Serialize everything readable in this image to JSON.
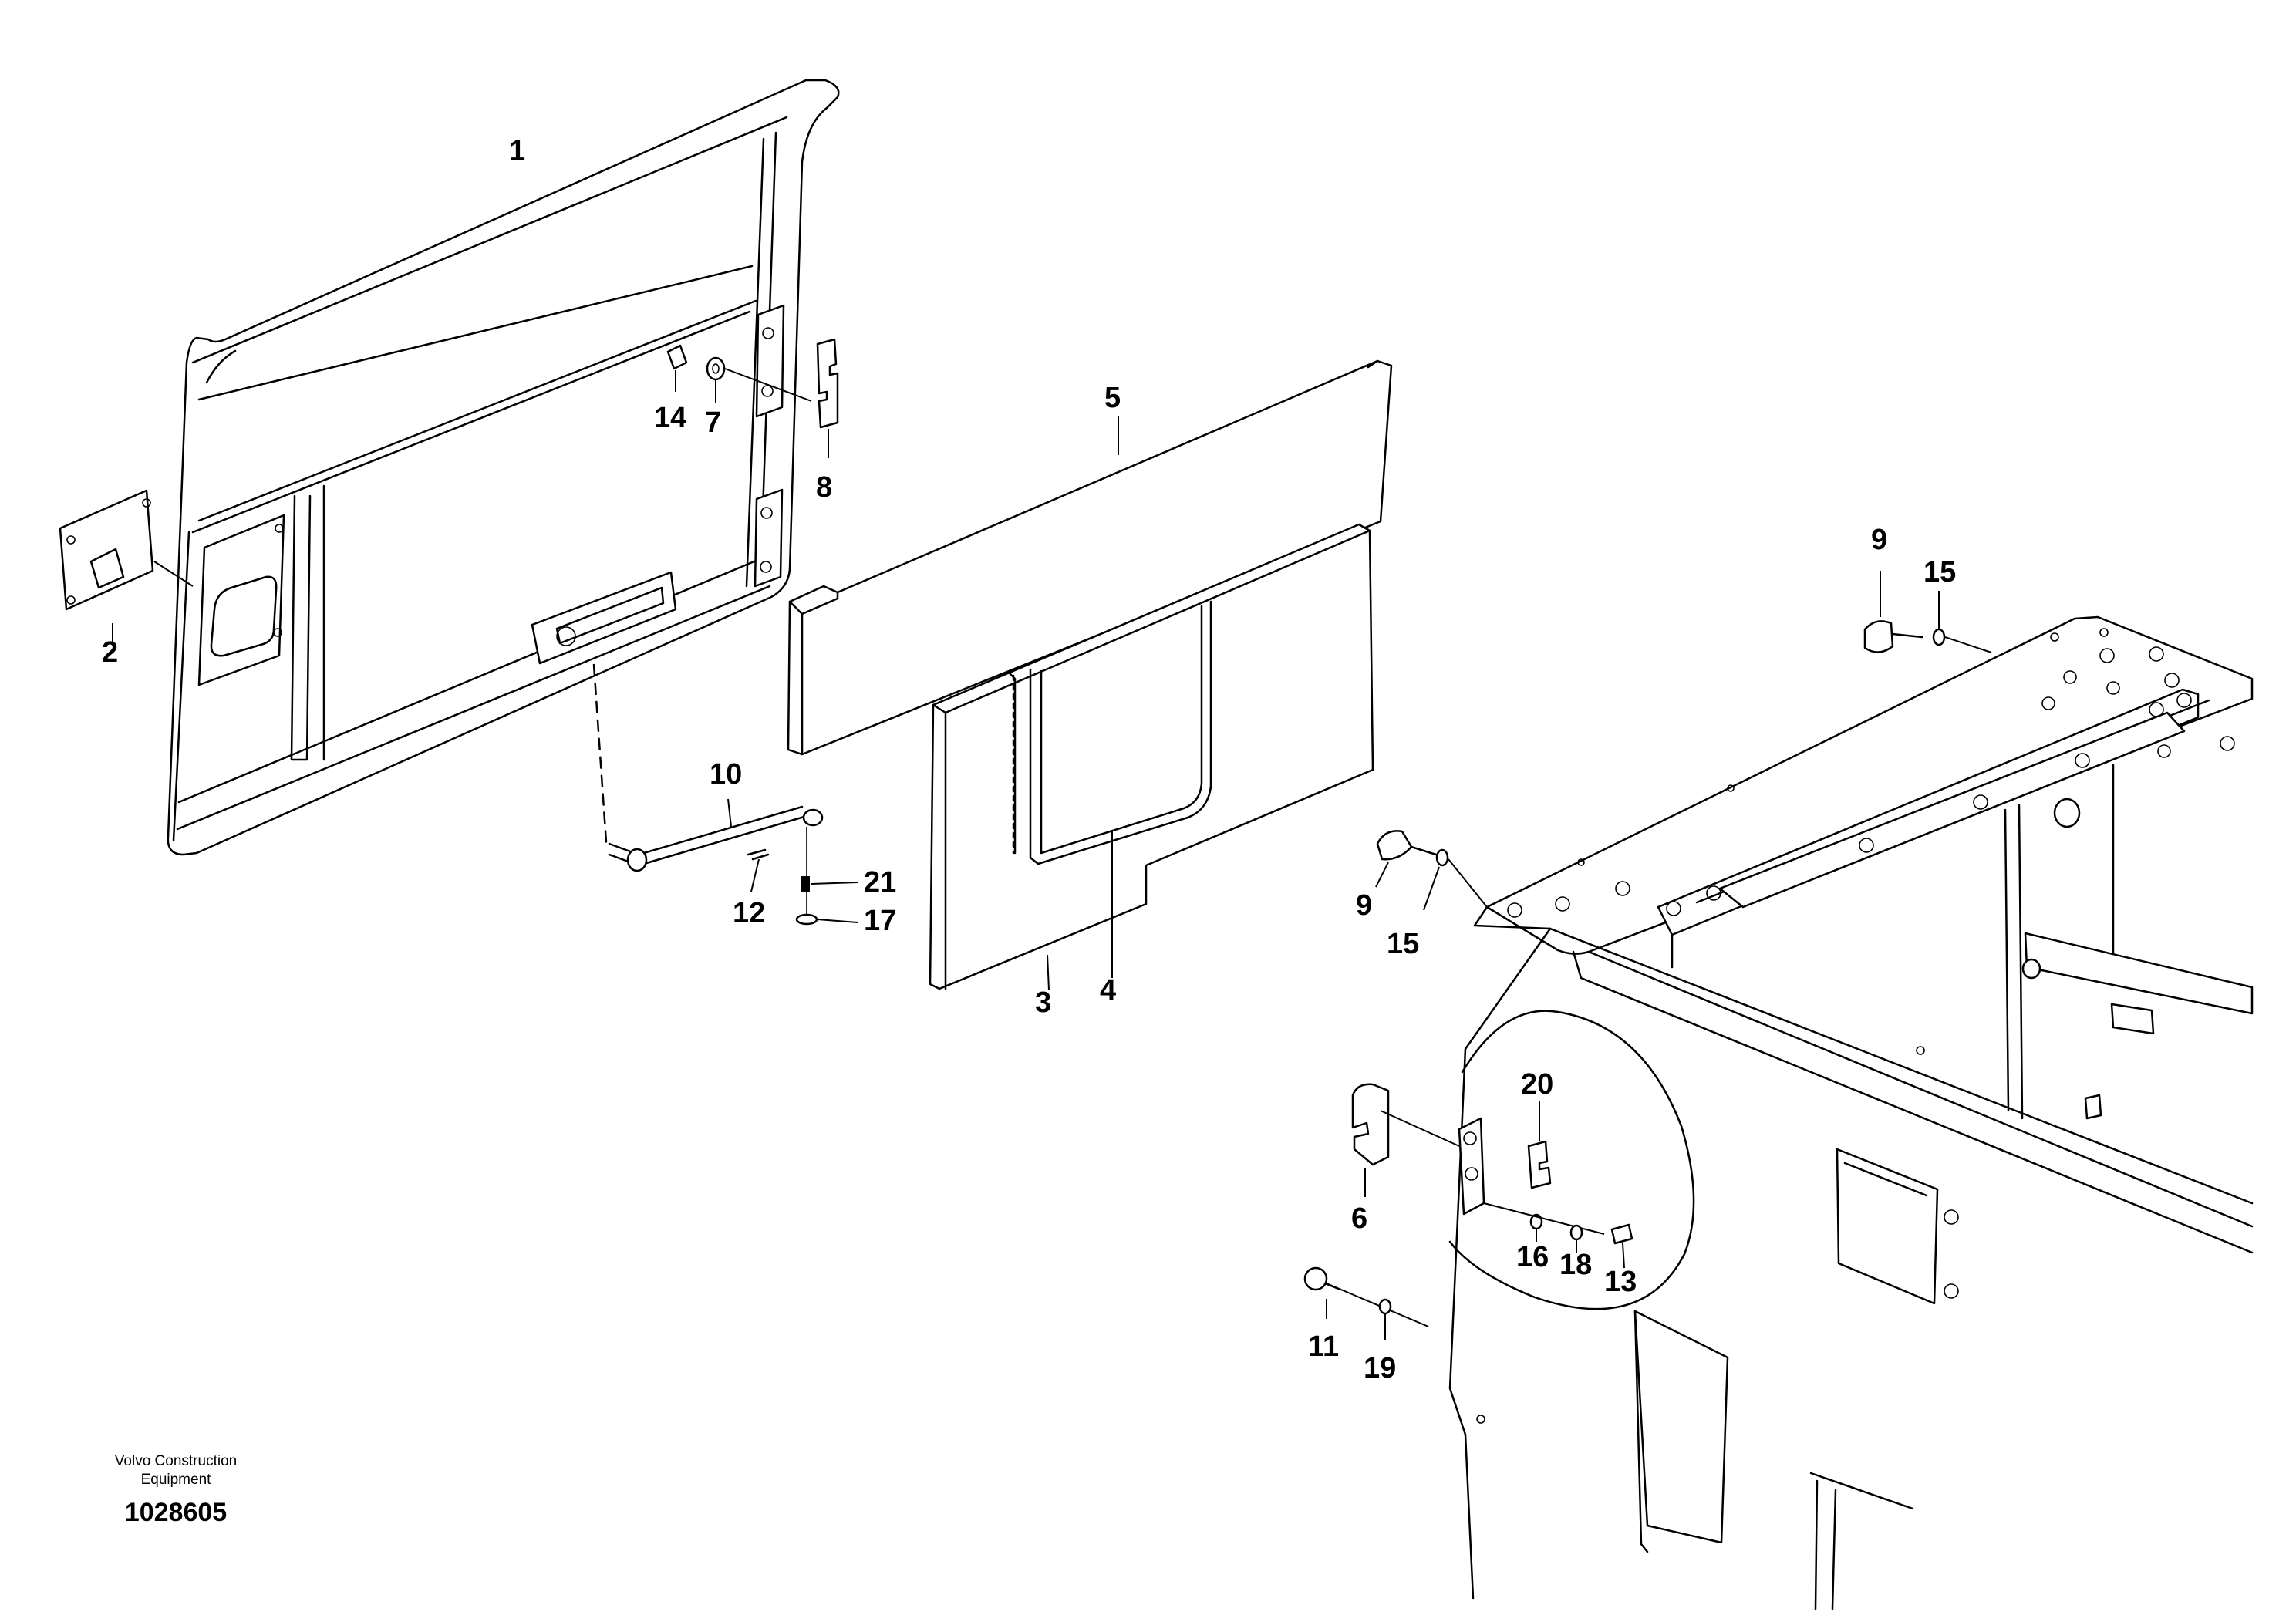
{
  "callouts": [
    {
      "id": "1",
      "label": "1"
    },
    {
      "id": "2",
      "label": "2"
    },
    {
      "id": "3",
      "label": "3"
    },
    {
      "id": "4",
      "label": "4"
    },
    {
      "id": "5",
      "label": "5"
    },
    {
      "id": "6",
      "label": "6"
    },
    {
      "id": "7",
      "label": "7"
    },
    {
      "id": "8",
      "label": "8"
    },
    {
      "id": "9a",
      "label": "9"
    },
    {
      "id": "9b",
      "label": "9"
    },
    {
      "id": "10",
      "label": "10"
    },
    {
      "id": "11",
      "label": "11"
    },
    {
      "id": "12",
      "label": "12"
    },
    {
      "id": "13",
      "label": "13"
    },
    {
      "id": "14",
      "label": "14"
    },
    {
      "id": "15a",
      "label": "15"
    },
    {
      "id": "15b",
      "label": "15"
    },
    {
      "id": "16",
      "label": "16"
    },
    {
      "id": "17",
      "label": "17"
    },
    {
      "id": "18",
      "label": "18"
    },
    {
      "id": "19",
      "label": "19"
    },
    {
      "id": "20",
      "label": "20"
    },
    {
      "id": "21",
      "label": "21"
    }
  ],
  "credit": {
    "line1": "Volvo Construction",
    "line2": "Equipment",
    "document_number": "1028605"
  }
}
